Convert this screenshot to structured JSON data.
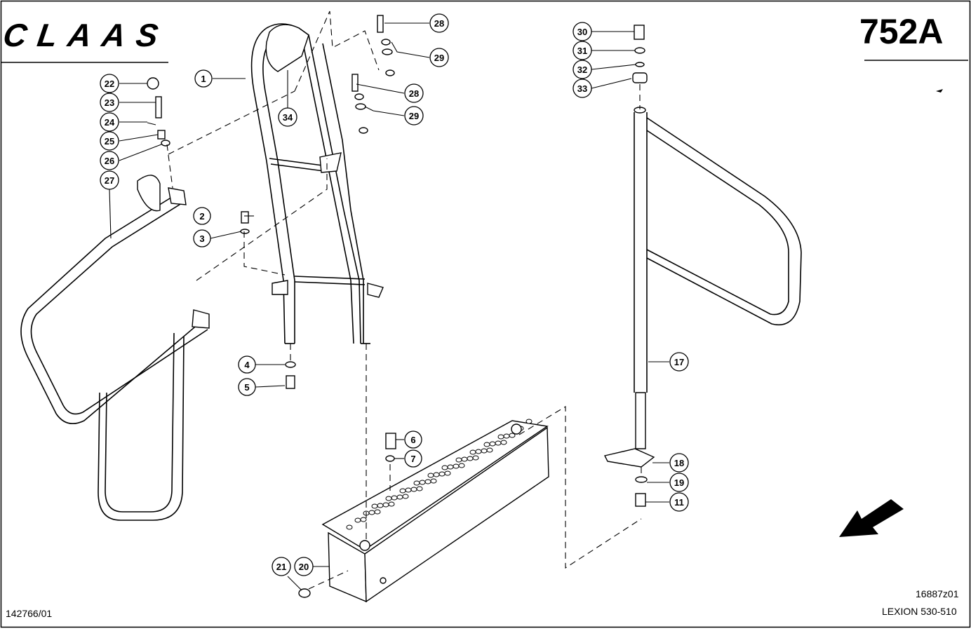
{
  "header": {
    "brand": "CLAAS",
    "page_code": "752A"
  },
  "footer": {
    "left_code": "142766/01",
    "drawing_code": "16887z01",
    "model": "LEXION 530-510"
  },
  "callouts": [
    "1",
    "2",
    "3",
    "4",
    "5",
    "6",
    "7",
    "11",
    "17",
    "18",
    "19",
    "20",
    "21",
    "22",
    "23",
    "24",
    "25",
    "26",
    "27",
    "28",
    "28",
    "29",
    "29",
    "30",
    "31",
    "32",
    "33",
    "34"
  ],
  "icons": {
    "direction_arrow": "direction-arrow-icon"
  }
}
